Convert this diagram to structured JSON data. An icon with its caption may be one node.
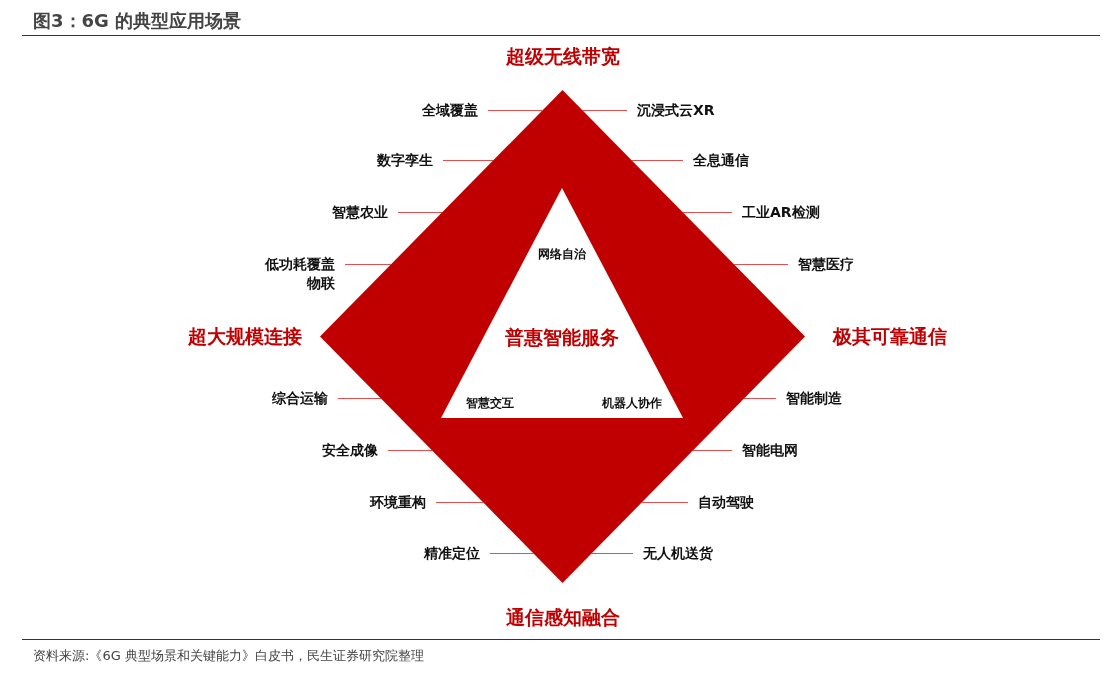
{
  "diagram": {
    "title": "图3：6G 的典型应用场景",
    "caption": "资料来源:《6G 典型场景和关键能力》白皮书，民生证券研究院整理",
    "nodes": [
      {
        "text": [],
        "shape": "diamond"
      },
      {
        "text": [
          "网络自治",
          "普惠智能服务",
          "智慧交互",
          "机器人协作"
        ],
        "in": 0
      },
      {
        "text": [
          "全域覆盖"
        ]
      },
      {
        "text": [
          "数字孪生"
        ]
      },
      {
        "text": [
          "智慧农业"
        ]
      },
      {
        "text": [
          "低功耗覆盖物联"
        ]
      },
      {
        "text": [
          "综合运输"
        ]
      },
      {
        "text": [
          "安全成像"
        ]
      },
      {
        "text": [
          "环境重构"
        ]
      },
      {
        "text": [
          "精准定位"
        ]
      },
      {
        "text": [
          "沉浸式云XR"
        ]
      },
      {
        "text": [
          "全息通信"
        ]
      },
      {
        "text": [
          "工业AR检测"
        ]
      },
      {
        "text": [
          "智慧医疗"
        ]
      },
      {
        "text": [
          "智能制造"
        ]
      },
      {
        "text": [
          "智能电网"
        ]
      },
      {
        "text": [
          "自动驾驶"
        ]
      },
      {
        "text": [
          "无人机送货"
        ]
      }
    ],
    "edges": [
      {
        "from": 2,
        "to": 0,
        "arrow": "none"
      },
      {
        "from": 3,
        "to": 0,
        "arrow": "none"
      },
      {
        "from": 4,
        "to": 0,
        "arrow": "none"
      },
      {
        "from": 5,
        "to": 0,
        "arrow": "none"
      },
      {
        "from": 6,
        "to": 0,
        "arrow": "none"
      },
      {
        "from": 7,
        "to": 0,
        "arrow": "none"
      },
      {
        "from": 8,
        "to": 0,
        "arrow": "none"
      },
      {
        "from": 9,
        "to": 0,
        "arrow": "none"
      },
      {
        "from": 10,
        "to": 0,
        "arrow": "none"
      },
      {
        "from": 11,
        "to": 0,
        "arrow": "none"
      },
      {
        "from": 12,
        "to": 0,
        "arrow": "none"
      },
      {
        "from": 13,
        "to": 0,
        "arrow": "none"
      },
      {
        "from": 14,
        "to": 0,
        "arrow": "none"
      },
      {
        "from": 15,
        "to": 0,
        "arrow": "none"
      },
      {
        "from": 16,
        "to": 0,
        "arrow": "none"
      },
      {
        "from": 17,
        "to": 0,
        "arrow": "none"
      }
    ],
    "labels": [
      "超级无线带宽",
      "超大规模连接",
      "极其可靠通信",
      "通信感知融合"
    ]
  }
}
